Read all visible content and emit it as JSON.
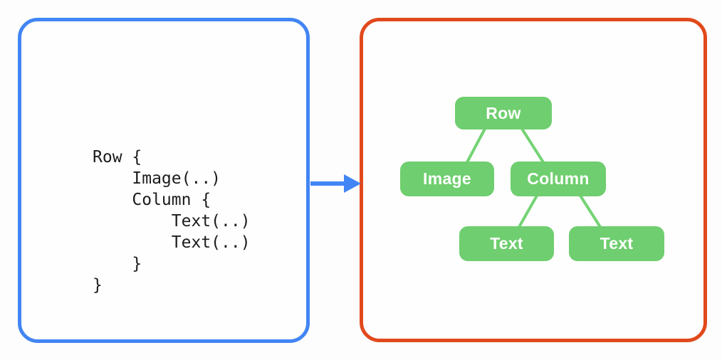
{
  "left_panel": {
    "border_color": "#4285F4",
    "code": "Row {\n    Image(..)\n    Column {\n        Text(..)\n        Text(..)\n    }\n}"
  },
  "arrow": {
    "direction": "right",
    "color": "#4285F4"
  },
  "right_panel": {
    "border_color": "#E1491C",
    "node_fill": "#6FCE6F",
    "node_text_color": "#FFFFFF",
    "connector_color": "#74D374",
    "tree": {
      "nodes": [
        {
          "id": "row",
          "label": "Row",
          "parent": null
        },
        {
          "id": "image",
          "label": "Image",
          "parent": "row"
        },
        {
          "id": "column",
          "label": "Column",
          "parent": "row"
        },
        {
          "id": "text-1",
          "label": "Text",
          "parent": "column"
        },
        {
          "id": "text-2",
          "label": "Text",
          "parent": "column"
        }
      ]
    }
  }
}
